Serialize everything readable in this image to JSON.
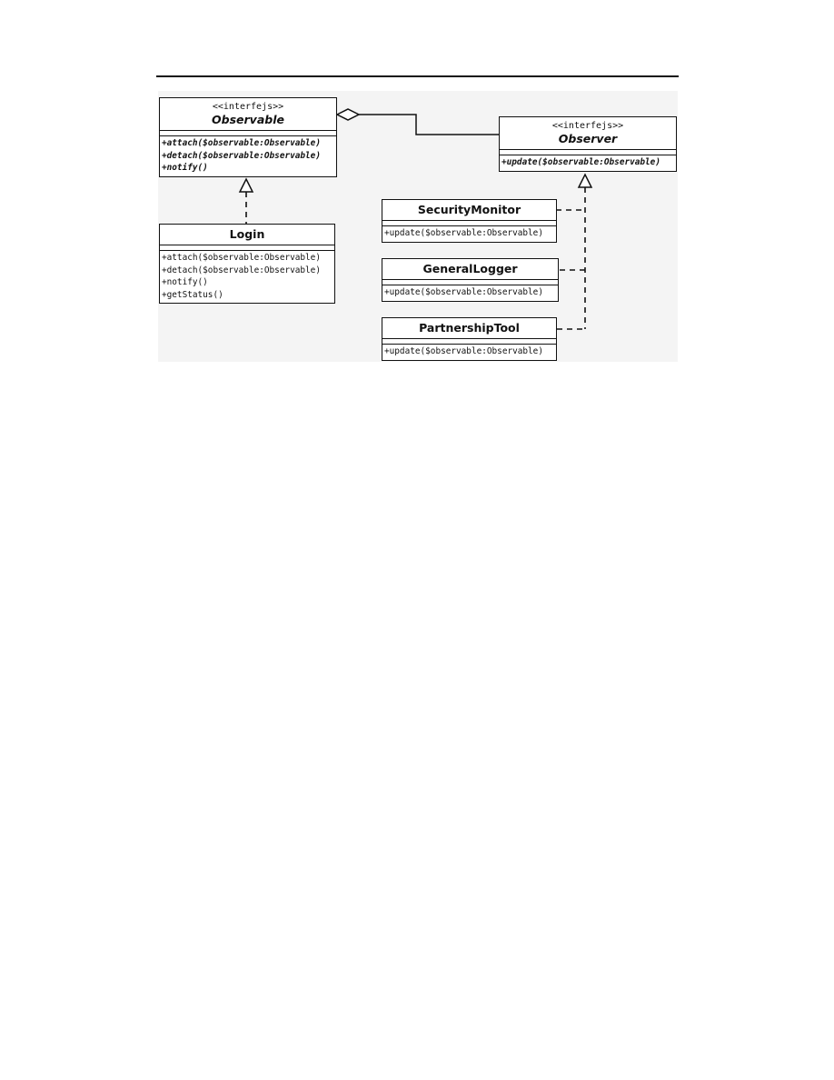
{
  "diagram": {
    "classes": {
      "observable": {
        "stereotype": "<<interfejs>>",
        "name": "Observable",
        "operations": [
          "+attach($observable:Observable)",
          "+detach($observable:Observable)",
          "+notify()"
        ]
      },
      "observer": {
        "stereotype": "<<interfejs>>",
        "name": "Observer",
        "operations": [
          "+update($observable:Observable)"
        ]
      },
      "login": {
        "name": "Login",
        "operations": [
          "+attach($observable:Observable)",
          "+detach($observable:Observable)",
          "+notify()",
          "+getStatus()"
        ]
      },
      "security_monitor": {
        "name": "SecurityMonitor",
        "operations": [
          "+update($observable:Observable)"
        ]
      },
      "general_logger": {
        "name": "GeneralLogger",
        "operations": [
          "+update($observable:Observable)"
        ]
      },
      "partnership_tool": {
        "name": "PartnershipTool",
        "operations": [
          "+update($observable:Observable)"
        ]
      }
    },
    "relationships": [
      {
        "from": "observable",
        "to": "observer",
        "kind": "aggregation"
      },
      {
        "from": "login",
        "to": "observable",
        "kind": "realization"
      },
      {
        "from": "security_monitor",
        "to": "observer",
        "kind": "realization"
      },
      {
        "from": "general_logger",
        "to": "observer",
        "kind": "realization"
      },
      {
        "from": "partnership_tool",
        "to": "observer",
        "kind": "realization"
      }
    ],
    "colors": {
      "line": "#111111",
      "figure_background": "#f4f4f4",
      "box_fill": "#ffffff"
    }
  }
}
